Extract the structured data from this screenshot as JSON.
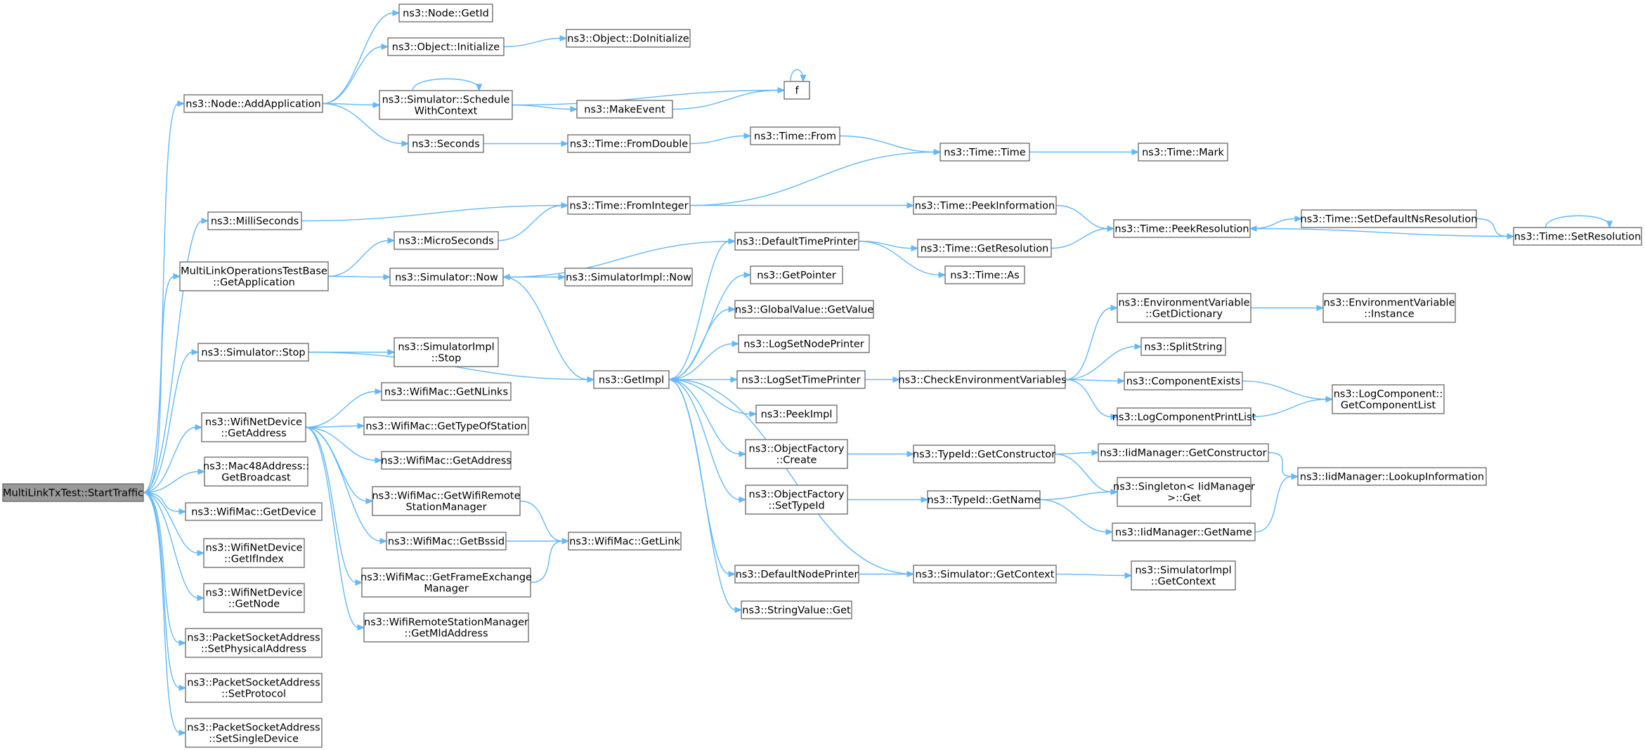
{
  "graph": {
    "accent_color": "#63b8ff",
    "root_fill": "#999999",
    "node_border": "#666666",
    "nodes": [
      {
        "id": "root",
        "lines": [
          "MultiLinkTxTest::StartTraffic"
        ],
        "root": true
      },
      {
        "id": "addapp",
        "lines": [
          "ns3::Node::AddApplication"
        ]
      },
      {
        "id": "millisec",
        "lines": [
          "ns3::MilliSeconds"
        ]
      },
      {
        "id": "getapp",
        "lines": [
          "MultiLinkOperationsTestBase",
          "::GetApplication"
        ]
      },
      {
        "id": "simstop",
        "lines": [
          "ns3::Simulator::Stop"
        ]
      },
      {
        "id": "netdevaddr",
        "lines": [
          "ns3::WifiNetDevice",
          "::GetAddress"
        ]
      },
      {
        "id": "mac48",
        "lines": [
          "ns3::Mac48Address::",
          "GetBroadcast"
        ]
      },
      {
        "id": "getdevice",
        "lines": [
          "ns3::WifiMac::GetDevice"
        ]
      },
      {
        "id": "getifindex",
        "lines": [
          "ns3::WifiNetDevice",
          "::GetIfIndex"
        ]
      },
      {
        "id": "getnode",
        "lines": [
          "ns3::WifiNetDevice",
          "::GetNode"
        ]
      },
      {
        "id": "setphys",
        "lines": [
          "ns3::PacketSocketAddress",
          "::SetPhysicalAddress"
        ]
      },
      {
        "id": "setproto",
        "lines": [
          "ns3::PacketSocketAddress",
          "::SetProtocol"
        ]
      },
      {
        "id": "setsingle",
        "lines": [
          "ns3::PacketSocketAddress",
          "::SetSingleDevice"
        ]
      },
      {
        "id": "nodegetid",
        "lines": [
          "ns3::Node::GetId"
        ]
      },
      {
        "id": "objinit",
        "lines": [
          "ns3::Object::Initialize"
        ]
      },
      {
        "id": "schedwc",
        "lines": [
          "ns3::Simulator::Schedule",
          "WithContext"
        ]
      },
      {
        "id": "seconds",
        "lines": [
          "ns3::Seconds"
        ]
      },
      {
        "id": "microsec",
        "lines": [
          "ns3::MicroSeconds"
        ]
      },
      {
        "id": "simnow",
        "lines": [
          "ns3::Simulator::Now"
        ]
      },
      {
        "id": "simimplstop",
        "lines": [
          "ns3::SimulatorImpl",
          "::Stop"
        ]
      },
      {
        "id": "getnlinks",
        "lines": [
          "ns3::WifiMac::GetNLinks"
        ]
      },
      {
        "id": "gettype",
        "lines": [
          "ns3::WifiMac::GetTypeOfStation"
        ]
      },
      {
        "id": "macaddr",
        "lines": [
          "ns3::WifiMac::GetAddress"
        ]
      },
      {
        "id": "getrsm",
        "lines": [
          "ns3::WifiMac::GetWifiRemote",
          "StationManager"
        ]
      },
      {
        "id": "getbssid",
        "lines": [
          "ns3::WifiMac::GetBssid"
        ]
      },
      {
        "id": "getfem",
        "lines": [
          "ns3::WifiMac::GetFrameExchange",
          "Manager"
        ]
      },
      {
        "id": "getmld",
        "lines": [
          "ns3::WifiRemoteStationManager",
          "::GetMldAddress"
        ]
      },
      {
        "id": "objdoinit",
        "lines": [
          "ns3::Object::DoInitialize"
        ]
      },
      {
        "id": "makeevent",
        "lines": [
          "ns3::MakeEvent"
        ]
      },
      {
        "id": "fnode",
        "lines": [
          "f"
        ]
      },
      {
        "id": "fromdouble",
        "lines": [
          "ns3::Time::FromDouble"
        ]
      },
      {
        "id": "timefrom",
        "lines": [
          "ns3::Time::From"
        ]
      },
      {
        "id": "fromint",
        "lines": [
          "ns3::Time::FromInteger"
        ]
      },
      {
        "id": "simimplnow",
        "lines": [
          "ns3::SimulatorImpl::Now"
        ]
      },
      {
        "id": "getimpl",
        "lines": [
          "ns3::GetImpl"
        ]
      },
      {
        "id": "getlink",
        "lines": [
          "ns3::WifiMac::GetLink"
        ]
      },
      {
        "id": "timetime",
        "lines": [
          "ns3::Time::Time"
        ]
      },
      {
        "id": "timemark",
        "lines": [
          "ns3::Time::Mark"
        ]
      },
      {
        "id": "peekinfo",
        "lines": [
          "ns3::Time::PeekInformation"
        ]
      },
      {
        "id": "peekres",
        "lines": [
          "ns3::Time::PeekResolution"
        ]
      },
      {
        "id": "setdefns",
        "lines": [
          "ns3::Time::SetDefaultNsResolution"
        ]
      },
      {
        "id": "setres",
        "lines": [
          "ns3::Time::SetResolution"
        ]
      },
      {
        "id": "deftimeprinter",
        "lines": [
          "ns3::DefaultTimePrinter"
        ]
      },
      {
        "id": "getres",
        "lines": [
          "ns3::Time::GetResolution"
        ]
      },
      {
        "id": "timeas",
        "lines": [
          "ns3::Time::As"
        ]
      },
      {
        "id": "getpointer",
        "lines": [
          "ns3::GetPointer"
        ]
      },
      {
        "id": "gvgetvalue",
        "lines": [
          "ns3::GlobalValue::GetValue"
        ]
      },
      {
        "id": "logsetnode",
        "lines": [
          "ns3::LogSetNodePrinter"
        ]
      },
      {
        "id": "logsettime",
        "lines": [
          "ns3::LogSetTimePrinter"
        ]
      },
      {
        "id": "peekimpl",
        "lines": [
          "ns3::PeekImpl"
        ]
      },
      {
        "id": "ofcreate",
        "lines": [
          "ns3::ObjectFactory",
          "::Create"
        ]
      },
      {
        "id": "ofsettypeid",
        "lines": [
          "ns3::ObjectFactory",
          "::SetTypeId"
        ]
      },
      {
        "id": "defnodeprinter",
        "lines": [
          "ns3::DefaultNodePrinter"
        ]
      },
      {
        "id": "strvalget",
        "lines": [
          "ns3::StringValue::Get"
        ]
      },
      {
        "id": "checkenv",
        "lines": [
          "ns3::CheckEnvironmentVariables"
        ]
      },
      {
        "id": "tidgetctor",
        "lines": [
          "ns3::TypeId::GetConstructor"
        ]
      },
      {
        "id": "tidgetname",
        "lines": [
          "ns3::TypeId::GetName"
        ]
      },
      {
        "id": "simgetctx",
        "lines": [
          "ns3::Simulator::GetContext"
        ]
      },
      {
        "id": "envgetdict",
        "lines": [
          "ns3::EnvironmentVariable",
          "::GetDictionary"
        ]
      },
      {
        "id": "envinst",
        "lines": [
          "ns3::EnvironmentVariable",
          "::Instance"
        ]
      },
      {
        "id": "splitstr",
        "lines": [
          "ns3::SplitString"
        ]
      },
      {
        "id": "compexists",
        "lines": [
          "ns3::ComponentExists"
        ]
      },
      {
        "id": "logcompprint",
        "lines": [
          "ns3::LogComponentPrintList"
        ]
      },
      {
        "id": "logcomplist",
        "lines": [
          "ns3::LogComponent::",
          "GetComponentList"
        ]
      },
      {
        "id": "iidgetctor",
        "lines": [
          "ns3::IidManager::GetConstructor"
        ]
      },
      {
        "id": "singleton",
        "lines": [
          "ns3::Singleton< IidManager",
          ">::Get"
        ]
      },
      {
        "id": "iidgetname",
        "lines": [
          "ns3::IidManager::GetName"
        ]
      },
      {
        "id": "iidlookup",
        "lines": [
          "ns3::IidManager::LookupInformation"
        ]
      },
      {
        "id": "simimplctx",
        "lines": [
          "ns3::SimulatorImpl",
          "::GetContext"
        ]
      }
    ]
  }
}
